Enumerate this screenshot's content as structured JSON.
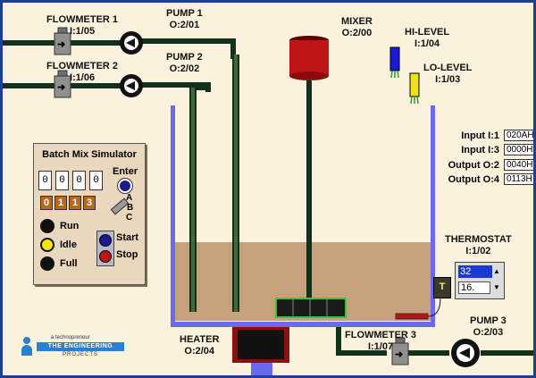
{
  "devices": {
    "flowmeter1": {
      "name": "FLOWMETER 1",
      "address": "I:1/05"
    },
    "flowmeter2": {
      "name": "FLOWMETER 2",
      "address": "I:1/06"
    },
    "pump1": {
      "name": "PUMP 1",
      "address": "O:2/01"
    },
    "pump2": {
      "name": "PUMP 2",
      "address": "O:2/02"
    },
    "mixer": {
      "name": "MIXER",
      "address": "O:2/00"
    },
    "hilevel": {
      "name": "HI-LEVEL",
      "address": "I:1/04"
    },
    "lolevel": {
      "name": "LO-LEVEL",
      "address": "I:1/03"
    },
    "thermostat": {
      "name": "THERMOSTAT",
      "address": "I:1/02",
      "value1": "32",
      "value2": "16.",
      "t_label": "T"
    },
    "heater": {
      "name": "HEATER",
      "address": "O:2/04"
    },
    "flowmeter3": {
      "name": "FLOWMETER 3",
      "address": "I:1/07"
    },
    "pump3": {
      "name": "PUMP 3",
      "address": "O:2/03"
    }
  },
  "registers": [
    {
      "label": "Input I:1",
      "value": "020AH"
    },
    {
      "label": "Input I:3",
      "value": "0000H"
    },
    {
      "label": "Output O:2",
      "value": "0040H"
    },
    {
      "label": "Output O:4",
      "value": "0113H"
    }
  ],
  "panel": {
    "title": "Batch Mix Simulator",
    "enter": "Enter",
    "thumbwheels": [
      "0",
      "0",
      "0",
      "0"
    ],
    "digits": [
      "0",
      "1",
      "1",
      "3"
    ],
    "abc": [
      "A",
      "B",
      "C"
    ],
    "run": "Run",
    "idle": "Idle",
    "full": "Full",
    "start": "Start",
    "stop": "Stop"
  },
  "logo": {
    "top": "a technoprenour",
    "main": "THE ENGINEERING",
    "sub": "PROJECTS"
  },
  "colors": {
    "frame": "#1d3f95",
    "background": "#fbf2de",
    "liquid": "#c6a27c",
    "mixer": "#c01515",
    "tank_wall": "#6a6af0",
    "pipe": "#12301b"
  }
}
